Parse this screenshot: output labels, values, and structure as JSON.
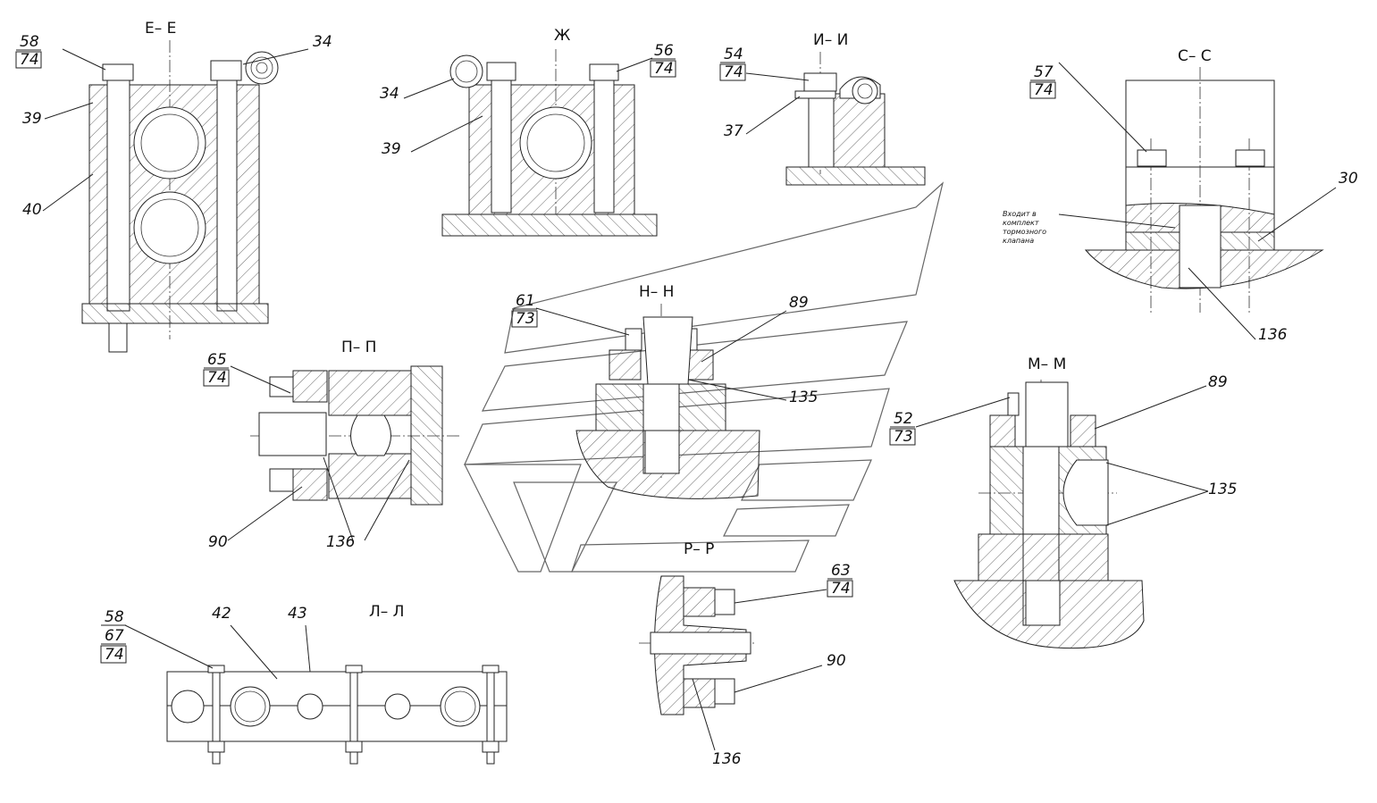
{
  "sections": {
    "e_e": "Е– Е",
    "zh": "Ж",
    "i_i": "И– И",
    "s_s": "С– С",
    "n_n": "Н– Н",
    "p_p": "П– П",
    "m_m": "М– М",
    "r_r": "Р– Р",
    "l_l": "Л– Л"
  },
  "callouts": {
    "e58": "58",
    "e74": "74",
    "e34": "34",
    "e39": "39",
    "e40": "40",
    "z34": "34",
    "z39": "39",
    "z56": "56",
    "z74": "74",
    "i54": "54",
    "i74": "74",
    "i37": "37",
    "s57": "57",
    "s74": "74",
    "s30": "30",
    "s136": "136",
    "n61": "61",
    "n73": "73",
    "n89": "89",
    "n135": "135",
    "p65": "65",
    "p74": "74",
    "p90": "90",
    "p136": "136",
    "m52": "52",
    "m73": "73",
    "m89": "89",
    "m135": "135",
    "r63": "63",
    "r74": "74",
    "r90": "90",
    "r136": "136",
    "l58": "58",
    "l67": "67",
    "l74": "74",
    "l42": "42",
    "l43": "43"
  },
  "note": {
    "line1": "Входит в",
    "line2": "комплект",
    "line3": "тормозного",
    "line4": "клапана"
  }
}
